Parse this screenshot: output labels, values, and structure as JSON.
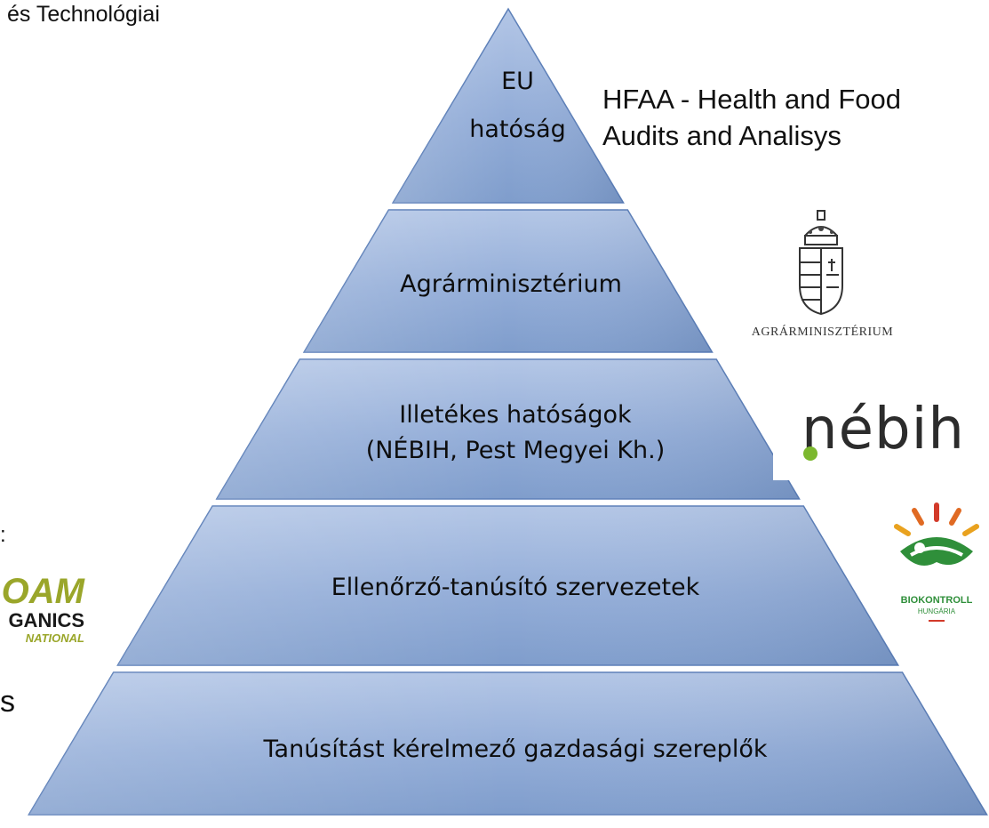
{
  "fragments": {
    "top_left": "és Technológiai",
    "mid_left_colon": ":",
    "bottom_left_s": "s"
  },
  "pyramid": {
    "fill_color": "#8eaad6",
    "edge_color": "#5c7fb8",
    "levels": [
      {
        "lines": [
          "EU",
          "hatóság"
        ]
      },
      {
        "lines": [
          "Agrárminisztérium"
        ]
      },
      {
        "lines": [
          "Illetékes hatóságok",
          "(NÉBIH, Pest Megyei Kh.)"
        ]
      },
      {
        "lines": [
          "Ellenőrző-tanúsító szervezetek"
        ]
      },
      {
        "lines": [
          "Tanúsítást kérelmező gazdasági szereplők"
        ]
      }
    ]
  },
  "annotations": {
    "hfaa": [
      "HFAA - Health and Food",
      "Audits and Analisys"
    ]
  },
  "logos": {
    "agrarminiszterium": {
      "icon": "hungarian-coat-of-arms-icon",
      "caption": "AGRÁRMINISZTÉRIUM"
    },
    "nebih": {
      "text": "nébih",
      "accent": "#7cb82f"
    },
    "biokontroll": {
      "icon": "biokontroll-sun-icon",
      "line1": "BIOKONTROLL",
      "line2": "HUNGÁRIA"
    },
    "ifoam": {
      "line1": "OAM",
      "line2": "GANICS",
      "line3": "NATIONAL",
      "color": "#9aa62a"
    }
  }
}
